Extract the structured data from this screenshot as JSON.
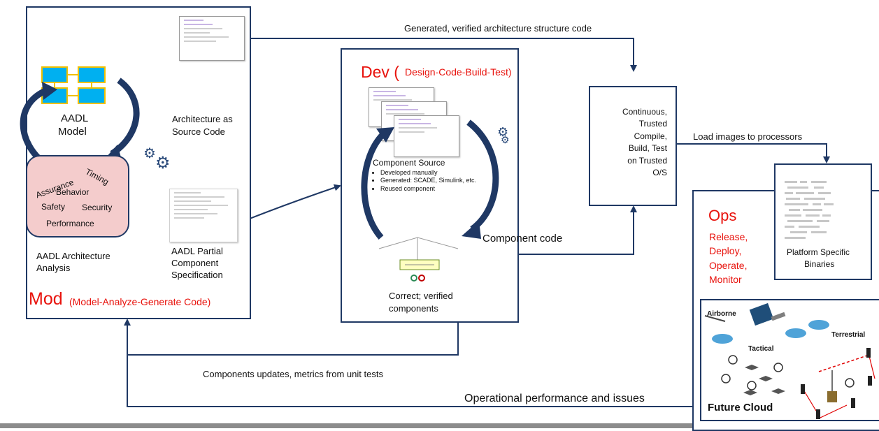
{
  "mod": {
    "model_line1": "AADL",
    "model_line2": "Model",
    "qualities": {
      "assurance": "Assurance",
      "timing": "Timing",
      "behavior": "Behavior",
      "safety": "Safety",
      "security": "Security",
      "performance": "Performance"
    },
    "analysis_line1": "AADL Architecture",
    "analysis_line2": "Analysis",
    "arch_source_line1": "Architecture as",
    "arch_source_line2": "Source Code",
    "partial_line1": "AADL Partial",
    "partial_line2": "Component",
    "partial_line3": "Specification",
    "title": "Mod",
    "subtitle": "(Model-Analyze-Generate Code)"
  },
  "dev": {
    "title": "Dev (",
    "subtitle": "Design-Code-Build-Test)",
    "component_source": "Component Source",
    "bullets": [
      "Developed manually",
      "Generated: SCADE, Simulink, etc.",
      "Reused component"
    ],
    "verified_line1": "Correct; verified",
    "verified_line2": "components",
    "component_code": "Component code"
  },
  "build": {
    "lines": [
      "Continuous,",
      "Trusted",
      "Compile,",
      "Build, Test",
      "on Trusted",
      "O/S"
    ]
  },
  "binaries": {
    "line1": "Platform Specific",
    "line2": "Binaries"
  },
  "ops": {
    "title": "Ops",
    "lines": [
      "Release,",
      "Deploy,",
      "Operate,",
      "Monitor"
    ]
  },
  "cloud": {
    "airborne": "Airborne",
    "terrestrial": "Terrestrial",
    "tactical": "Tactical",
    "title": "Future Cloud"
  },
  "flows": {
    "generated_code": "Generated, verified architecture structure code",
    "load_images": "Load images to processors",
    "component_updates": "Components updates, metrics from unit tests",
    "operational": "Operational performance and issues"
  },
  "colors": {
    "frame": "#1f3864",
    "accent_red": "#e8120c",
    "analysis_fill": "#f4cccc",
    "model_block": "#00b0f0"
  }
}
